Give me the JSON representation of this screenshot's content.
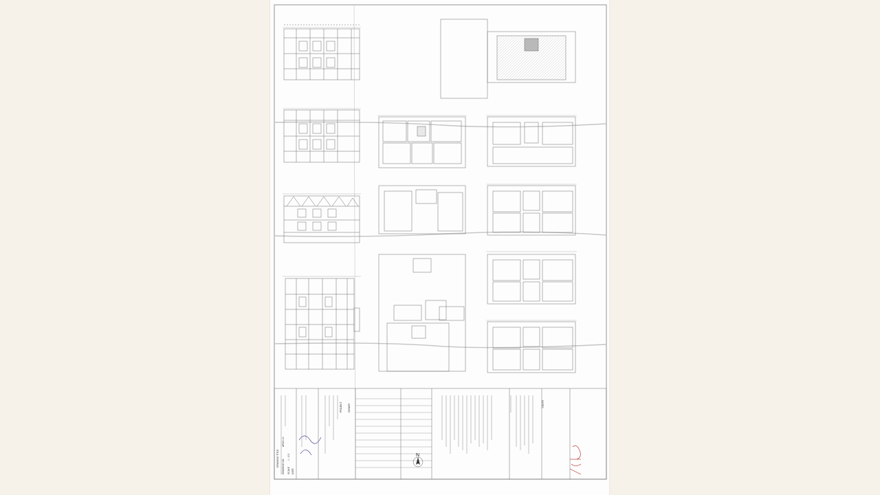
{
  "sheet": {
    "title_block": {
      "drawing_title_label": "DRAWING TITLE",
      "drawing_no_label": "DRAWING NO.",
      "drawing_no": "ARCH-01",
      "scale_label": "SCALE",
      "scale_value": "1 : 100",
      "date_label": "DATE",
      "project_label": "PROJECT",
      "owner_label": "OWNER",
      "notes_label": "NOTES"
    },
    "north_arrow": {
      "label": "N"
    },
    "colors": {
      "paper": "#fdfdfd",
      "line": "#5a5a5a",
      "fold": "#bdbdbd",
      "signature": "#b21b1b",
      "fill_shade": "#c9c9c9"
    }
  }
}
